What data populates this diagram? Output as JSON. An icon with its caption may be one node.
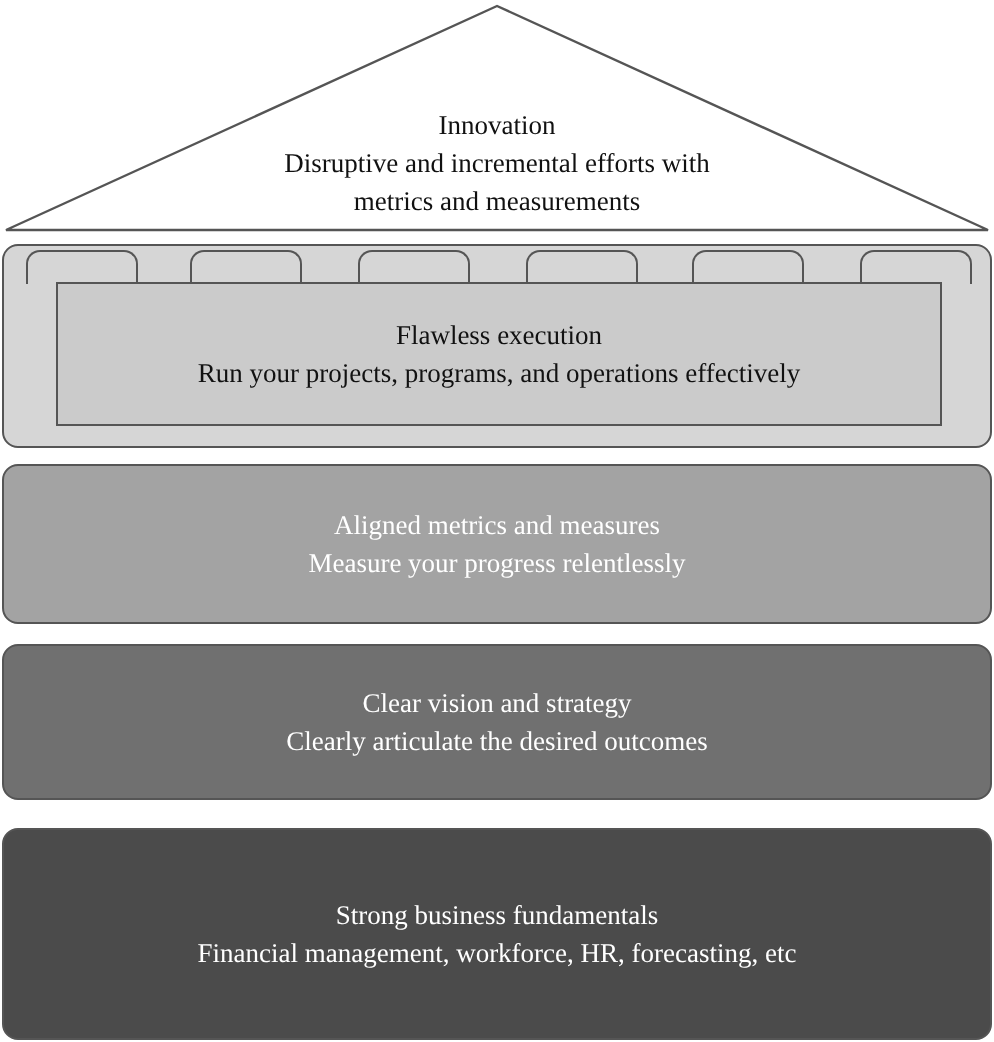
{
  "diagram": {
    "nodes": [
      {
        "text": [
          "Innovation",
          "Disruptive and incremental efforts with metrics and measurements"
        ]
      },
      {
        "text": [],
        "shape": "box"
      },
      {
        "text": [],
        "shape": "box",
        "in": 1
      },
      {
        "text": [],
        "shape": "box",
        "in": 1
      },
      {
        "text": [],
        "shape": "box",
        "in": 1
      },
      {
        "text": [],
        "shape": "box",
        "in": 1
      },
      {
        "text": [],
        "shape": "box",
        "in": 1
      },
      {
        "text": [],
        "shape": "box",
        "in": 1
      },
      {
        "text": [
          "Flawless execution",
          "Run your projects, programs, and operations effectively"
        ],
        "in": 1
      },
      {
        "text": [
          "Aligned metrics and measures",
          "Measure your progress relentlessly"
        ]
      },
      {
        "text": [
          "Clear vision and strategy",
          "Clearly articulate the desired outcomes"
        ]
      },
      {
        "text": [
          "Strong business fundamentals",
          "Financial management, workforce, HR, forecasting, etc"
        ]
      }
    ],
    "edges": []
  }
}
